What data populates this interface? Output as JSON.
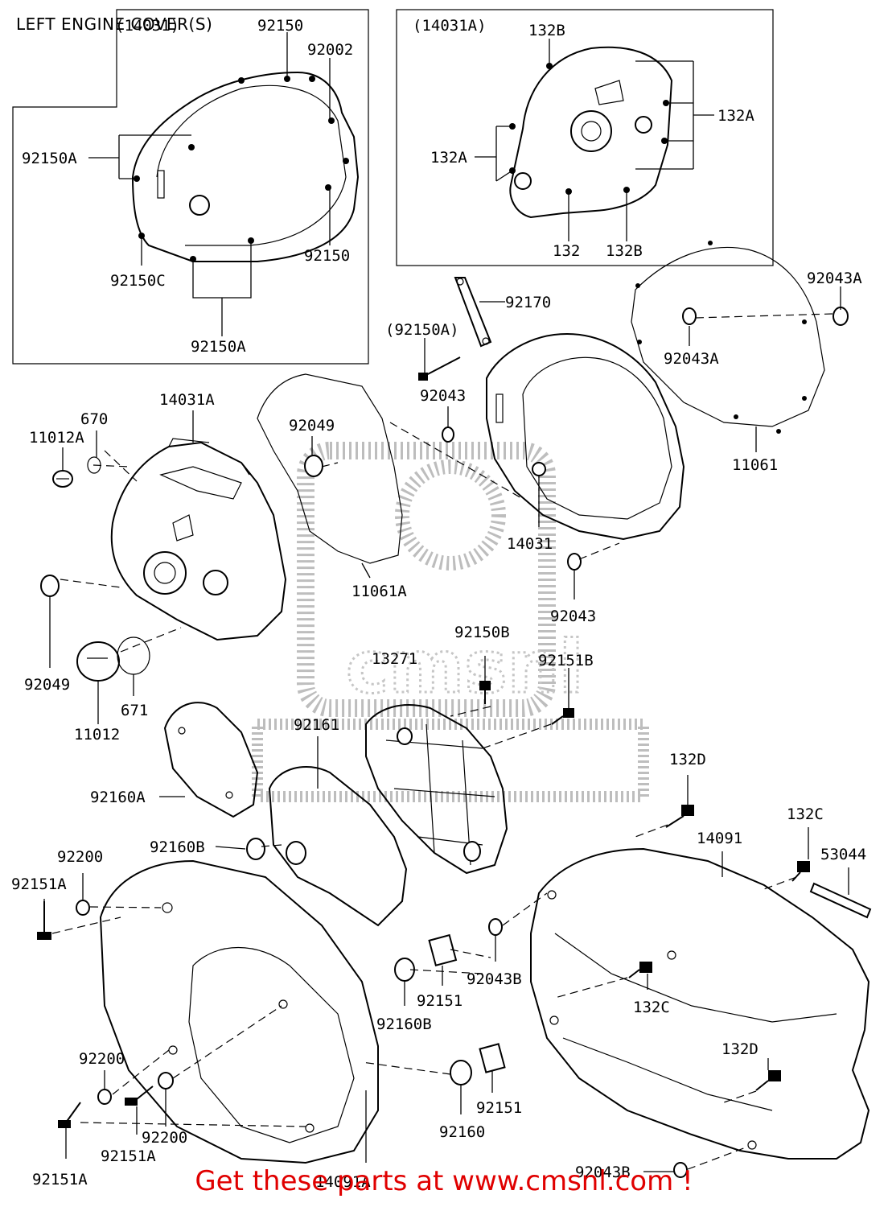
{
  "title": "LEFT ENGINE COVER(S)",
  "footer": "Get these parts at www.cmsnl.com !",
  "footer_color": "#e00000",
  "watermark": "cmsnl",
  "boxes": {
    "left_box_label": "(14031)",
    "right_box_label": "(14031A)"
  },
  "labels": {
    "l92150_top": "92150",
    "l92002": "92002",
    "l92150A_left": "92150A",
    "l92150_right": "92150",
    "l92150C": "92150C",
    "l92150A_bottom": "92150A",
    "l132B_top": "132B",
    "l132A_right": "132A",
    "l132A_left": "132A",
    "l132": "132",
    "l132B_bottom": "132B",
    "l92170": "92170",
    "l92150A_paren": "(92150A)",
    "l92043A_top": "92043A",
    "l92043A_mid": "92043A",
    "l92043_top": "92043",
    "l14031A": "14031A",
    "l670": "670",
    "l11012A": "11012A",
    "l92049_top": "92049",
    "l11061": "11061",
    "l14031": "14031",
    "l11061A": "11061A",
    "l92043_mid": "92043",
    "l92150B": "92150B",
    "l13271": "13271",
    "l92151B": "92151B",
    "l92049_bottom": "92049",
    "l671": "671",
    "l11012": "11012",
    "l92161": "92161",
    "l92160A": "92160A",
    "l132D_top": "132D",
    "l132C_top": "132C",
    "l14091": "14091",
    "l53044": "53044",
    "l92160B_top": "92160B",
    "l92200_top": "92200",
    "l92151A_top": "92151A",
    "l92043B_mid": "92043B",
    "l92151_top": "92151",
    "l92160B_bottom": "92160B",
    "l132C_mid": "132C",
    "l92200_mid": "92200",
    "l132D_bottom": "132D",
    "l92151_bottom": "92151",
    "l92200_bottom": "92200",
    "l92160": "92160",
    "l92151A_mid": "92151A",
    "l92043B_bottom": "92043B",
    "l92151A_bottom": "92151A",
    "l14091A": "14091A"
  }
}
